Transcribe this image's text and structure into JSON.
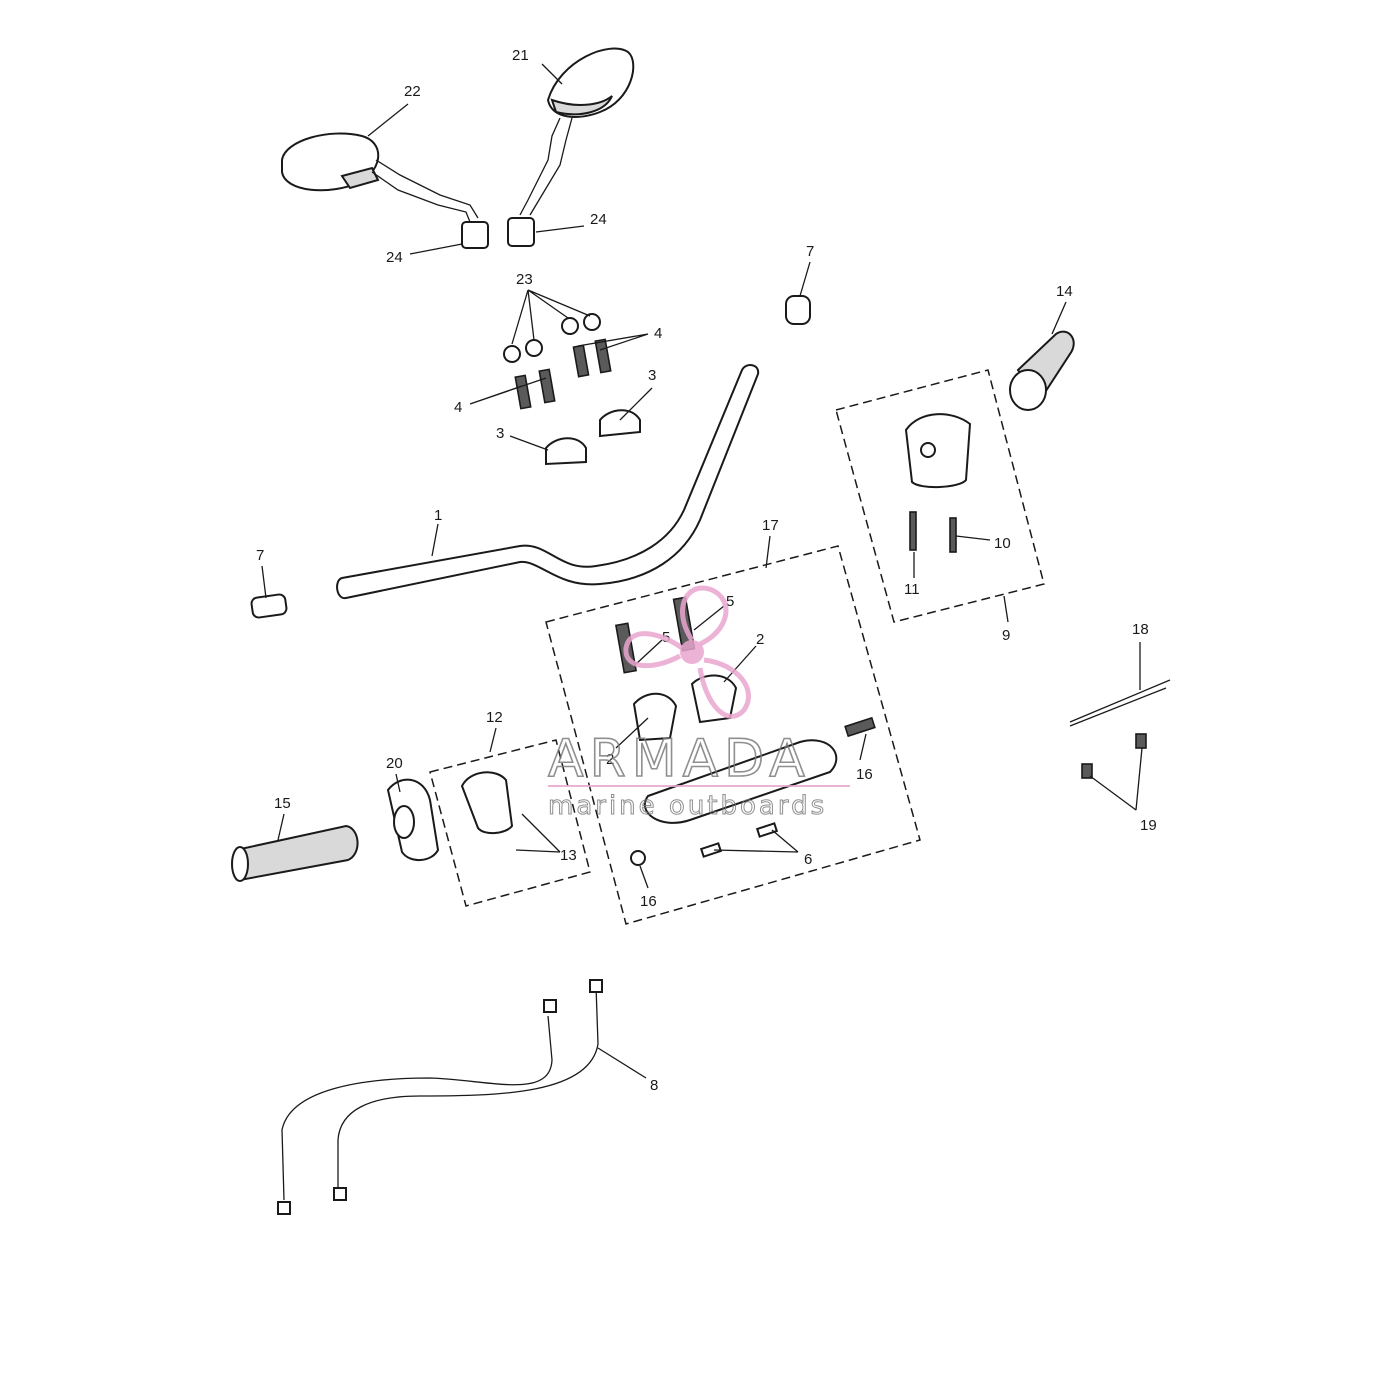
{
  "diagram": {
    "callouts": {
      "c1": "1",
      "c2a": "2",
      "c2b": "2",
      "c3a": "3",
      "c3b": "3",
      "c4a": "4",
      "c4b": "4",
      "c5a": "5",
      "c5b": "5",
      "c6": "6",
      "c7a": "7",
      "c7b": "7",
      "c8": "8",
      "c9": "9",
      "c10": "10",
      "c11": "11",
      "c12": "12",
      "c13": "13",
      "c14": "14",
      "c15": "15",
      "c16a": "16",
      "c16b": "16",
      "c17": "17",
      "c18": "18",
      "c19": "19",
      "c20": "20",
      "c21": "21",
      "c22": "22",
      "c23": "23",
      "c24a": "24",
      "c24b": "24"
    }
  },
  "watermark": {
    "brand": "ARMADA",
    "tagline": "marine outboards",
    "logo_color": "#e9a6cf",
    "text_color": "#7c7c7c"
  }
}
